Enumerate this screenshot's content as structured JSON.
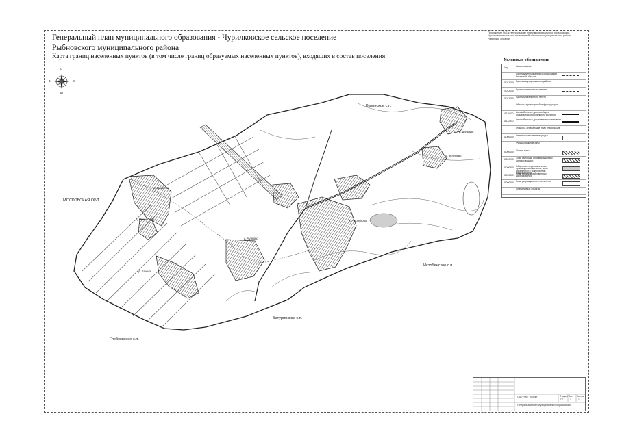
{
  "document": {
    "title_line1": "Генеральный план муниципального образования - Чурилковское сельское поселение",
    "title_line2": "Рыбновского муниципального района",
    "title_line3": "Карта границ населенных пунктов (в том числе границ образуемых населенных пунктов), входящих в состав поселения",
    "annotation": "Приложение № 1 к генеральному плану муниципального образования - Чурилковское сельское поселение Рыбновского муниципального района Рязанской области"
  },
  "legend": {
    "title": "Условные обозначения",
    "rows": [
      {
        "code": "Код",
        "text": "Наименование",
        "swatch": "none"
      },
      {
        "code": "",
        "text": "Границы муниципального образования Рязанской области",
        "swatch": "dash"
      },
      {
        "code": "20012000",
        "text": "Граница муниципального района",
        "swatch": "dash"
      },
      {
        "code": "20012010",
        "text": "Граница сельского поселения",
        "swatch": "dash"
      },
      {
        "code": "20012050",
        "text": "Граница населенного пункта",
        "swatch": "dash"
      },
      {
        "code": "",
        "text": "Объекты транспортной инфраструктуры",
        "swatch": "none"
      },
      {
        "code": "60110000",
        "text": "Автомобильные дороги общего пользования регионального значения",
        "swatch": "line"
      },
      {
        "code": "60112000",
        "text": "Автомобильные дороги местного значения",
        "swatch": "line"
      },
      {
        "code": "",
        "text": "Объекты, отражающие иную информацию",
        "swatch": "none"
      },
      {
        "code": "40000000",
        "text": "Сельскохозяйственные угодья",
        "swatch": "blank"
      },
      {
        "code": "",
        "text": "Функциональные зоны",
        "swatch": "none"
      },
      {
        "code": "30000100",
        "text": "Жилые зоны",
        "swatch": "hatch"
      },
      {
        "code": "30000200",
        "text": "Зоны застройки индивидуальными жилыми домами",
        "swatch": "hatch"
      },
      {
        "code": "30000300",
        "text": "Общественно-деловые зоны, производственные зоны, зоны инженерной и транспортной инфраструктур",
        "swatch": "grey"
      },
      {
        "code": "30000400",
        "text": "Зоны сельскохозяйственного использования",
        "swatch": "hatch"
      },
      {
        "code": "30000500",
        "text": "Зоны рекреационного назначения",
        "swatch": "blank"
      },
      {
        "code": "",
        "text": "Планируемые объекты",
        "swatch": "none"
      }
    ]
  },
  "map": {
    "labels": {
      "vakino": "Вакинское с.п.",
      "moscow_obl": "МОСКОВСКАЯ ОБЛ.",
      "istobnenskoe": "Истобенское с.п.",
      "baturinskoe": "Батуринское с.п.",
      "gladkovskoe": "Глебковское с.п.",
      "s_churilkovo": "с. Чурилково",
      "d_shumashi": "д. Шумашь",
      "d_zeleno": "д. Зеленево",
      "d_tsyubenino": "д. Цыкаево",
      "d_chulkovo": "д. Чулково",
      "d_nikolskoe": "д. Никольское",
      "d_tabovo": "д. Шеино"
    },
    "compass": {
      "n": "С",
      "s": "Ю",
      "e": "В",
      "w": "З"
    },
    "colors": {
      "line": "#333333",
      "road": "#1a1a1a",
      "hatch": "#444444",
      "fill": "#dddddd"
    }
  },
  "stamp": {
    "org": "ОАО НИИ \"Проект\"",
    "project": "Генеральный план муниципального образования",
    "sheet_label": "Лист",
    "sheets_label": "Листов",
    "stage_label": "Стадия",
    "sheet_value": "1",
    "sheets_value": "1",
    "stage_value": "ГП"
  }
}
